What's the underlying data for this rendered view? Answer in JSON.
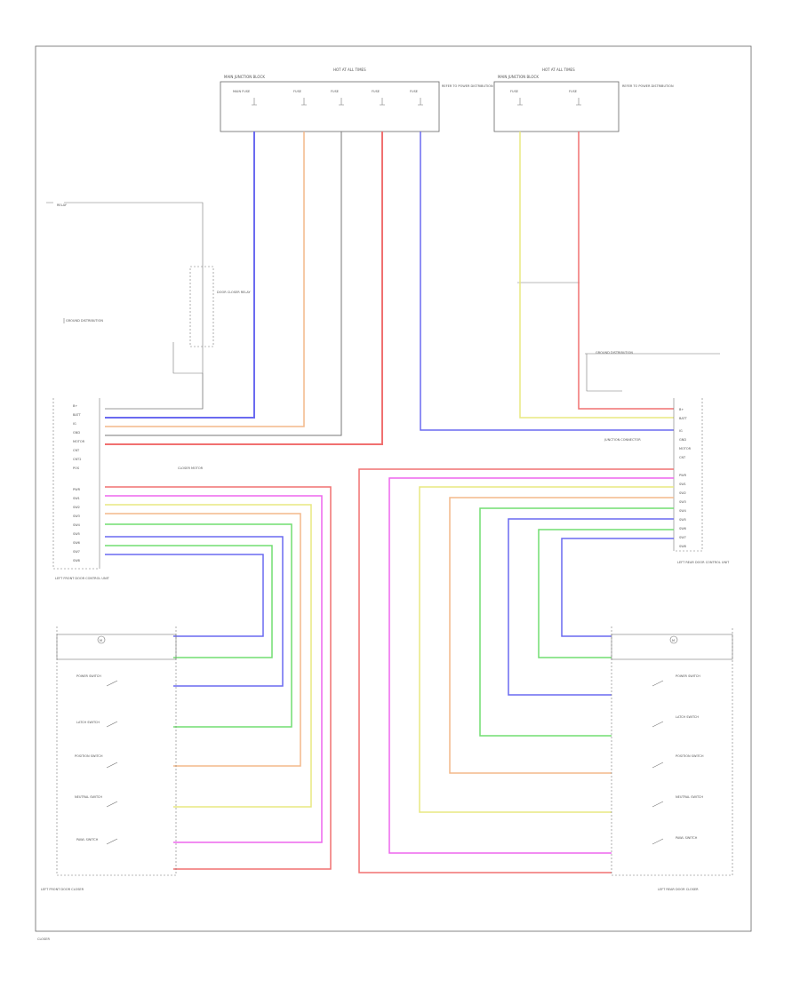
{
  "diagram": {
    "top_fuse_block": {
      "title": "HOT AT ALL TIMES",
      "subtitle": "MAIN JUNCTION BLOCK",
      "fuses": [
        {
          "id": "f1",
          "label": "MAIN FUSE"
        },
        {
          "id": "f2",
          "label": "FUSE"
        },
        {
          "id": "f3",
          "label": "FUSE"
        },
        {
          "id": "f4",
          "label": "FUSE"
        },
        {
          "id": "f5",
          "label": "FUSE"
        }
      ],
      "side_note": "REFER TO POWER DISTRIBUTION"
    },
    "right_fuse_block": {
      "title": "HOT AT ALL TIMES",
      "subtitle": "MAIN JUNCTION BLOCK",
      "fuses": [
        {
          "id": "r1",
          "label": "FUSE"
        },
        {
          "id": "r2",
          "label": "FUSE"
        }
      ],
      "side_note": "REFER TO POWER DISTRIBUTION"
    },
    "left_top_label": "RELAY",
    "left_ground_note": "GROUND DISTRIBUTION",
    "left_relay_label": "DOOR CLOSER RELAY",
    "right_ground_note": "GROUND DISTRIBUTION",
    "right_junction_label": "JUNCTION CONNECTOR",
    "left_module": {
      "label": "LEFT FRONT DOOR CONTROL UNIT",
      "pins": [
        "B+",
        "BATT",
        "IG",
        "GND",
        "MOTOR",
        "CNT",
        "CNT2",
        "POS",
        "PWR",
        "SW1",
        "SW2",
        "SW3",
        "SW4",
        "SW5",
        "SW6",
        "SW7",
        "SW8"
      ]
    },
    "left_module_note": "CLOSER MOTOR",
    "right_module": {
      "label": "LEFT REAR DOOR CONTROL UNIT",
      "pins": [
        "B+",
        "BATT",
        "IG",
        "GND",
        "MOTOR",
        "CNT",
        "PWR",
        "SW1",
        "SW2",
        "SW3",
        "SW4",
        "SW5",
        "SW6",
        "SW7",
        "SW8"
      ]
    },
    "left_closer": {
      "label": "LEFT FRONT DOOR CLOSER",
      "motor": "M",
      "switches": [
        "POWER SWITCH",
        "LATCH SWITCH",
        "POSITION SWITCH",
        "NEUTRAL SWITCH",
        "PAWL SWITCH"
      ]
    },
    "right_closer": {
      "label": "LEFT REAR DOOR CLOSER",
      "motor": "M",
      "switches": [
        "POWER SWITCH",
        "LATCH SWITCH",
        "POSITION SWITCH",
        "NEUTRAL SWITCH",
        "PAWL SWITCH"
      ]
    },
    "footer": "CLOSER"
  },
  "colors": {
    "blue": "#6a6af0",
    "orange": "#f3b88a",
    "red": "#f07070",
    "yellow": "#e8e880",
    "green": "#70dd70",
    "magenta": "#ee66ee",
    "gray": "#777777"
  }
}
